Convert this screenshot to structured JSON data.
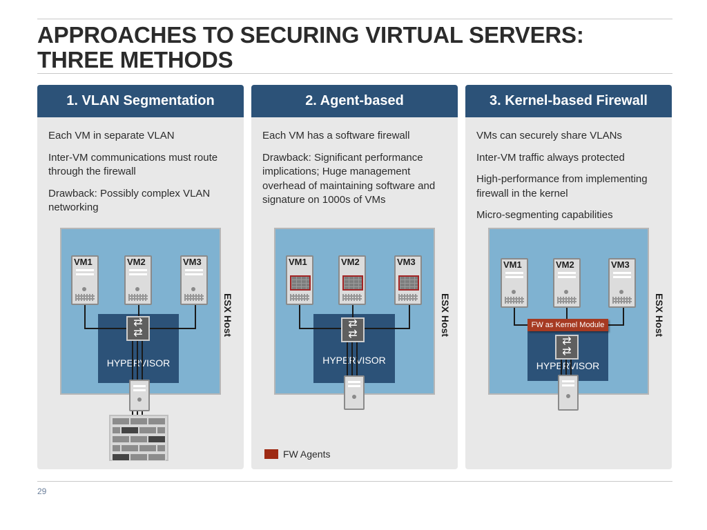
{
  "slide": {
    "title_line1": "APPROACHES TO SECURING VIRTUAL SERVERS:",
    "title_line2": "THREE METHODS",
    "page_number": "29"
  },
  "panels": [
    {
      "header": "1. VLAN Segmentation",
      "bullets": [
        "Each VM in separate VLAN",
        "Inter-VM communications must route through the firewall",
        "Drawback: Possibly complex VLAN networking"
      ],
      "vms": [
        "VM1",
        "VM2",
        "VM3"
      ],
      "esx_label": "ESX Host",
      "hypervisor_label": "HYPERVISOR"
    },
    {
      "header": "2. Agent-based",
      "bullets": [
        "Each VM has a software firewall",
        "Drawback: Significant performance implications; Huge management overhead of maintaining software and signature on 1000s of VMs"
      ],
      "vms": [
        "VM1",
        "VM2",
        "VM3"
      ],
      "esx_label": "ESX Host",
      "hypervisor_label": "HYPERVISOR",
      "legend_label": "FW Agents"
    },
    {
      "header": "3. Kernel-based Firewall",
      "bullets": [
        "VMs can securely share VLANs",
        "Inter-VM traffic always protected",
        "High-performance from implementing firewall in the kernel",
        "Micro-segmenting capabilities"
      ],
      "vms": [
        "VM1",
        "VM2",
        "VM3"
      ],
      "esx_label": "ESX Host",
      "hypervisor_label": "HYPERVISOR",
      "kernel_module_label": "FW as Kernel Module"
    }
  ],
  "colors": {
    "header_blue": "#2c5278",
    "esx_blue": "#7fb2d1",
    "hypervisor_blue": "#2c5278",
    "fw_agent_red": "#9e2a13",
    "kernel_module_red": "#a63a22"
  },
  "icons": {
    "server": "server-icon",
    "switch": "network-switch-icon",
    "firewall": "brick-firewall-icon",
    "agent": "firewall-agent-icon"
  }
}
